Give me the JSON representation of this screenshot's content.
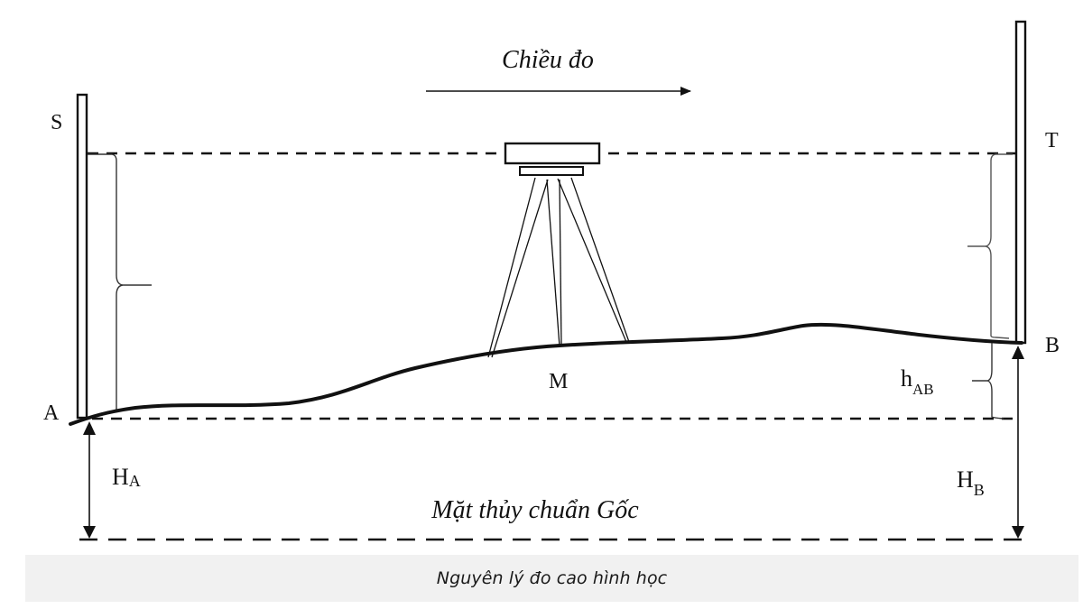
{
  "diagram": {
    "title": "Nguyên lý đo cao hình học",
    "direction_label": "Chiều đo",
    "datum_label": "Mặt thủy chuẩn Gốc",
    "labels": {
      "S": "S",
      "T": "T",
      "A": "A",
      "B": "B",
      "M": "M",
      "HA_main": "H",
      "HA_sub": "A",
      "HB_main": "H",
      "HB_sub": "B",
      "hAB_main": "h",
      "hAB_sub": "AB"
    },
    "colors": {
      "line": "#111111",
      "caption_bg": "#f1f1f1",
      "background": "#ffffff"
    }
  },
  "caption": {
    "text": "Nguyên lý đo cao hình học"
  }
}
